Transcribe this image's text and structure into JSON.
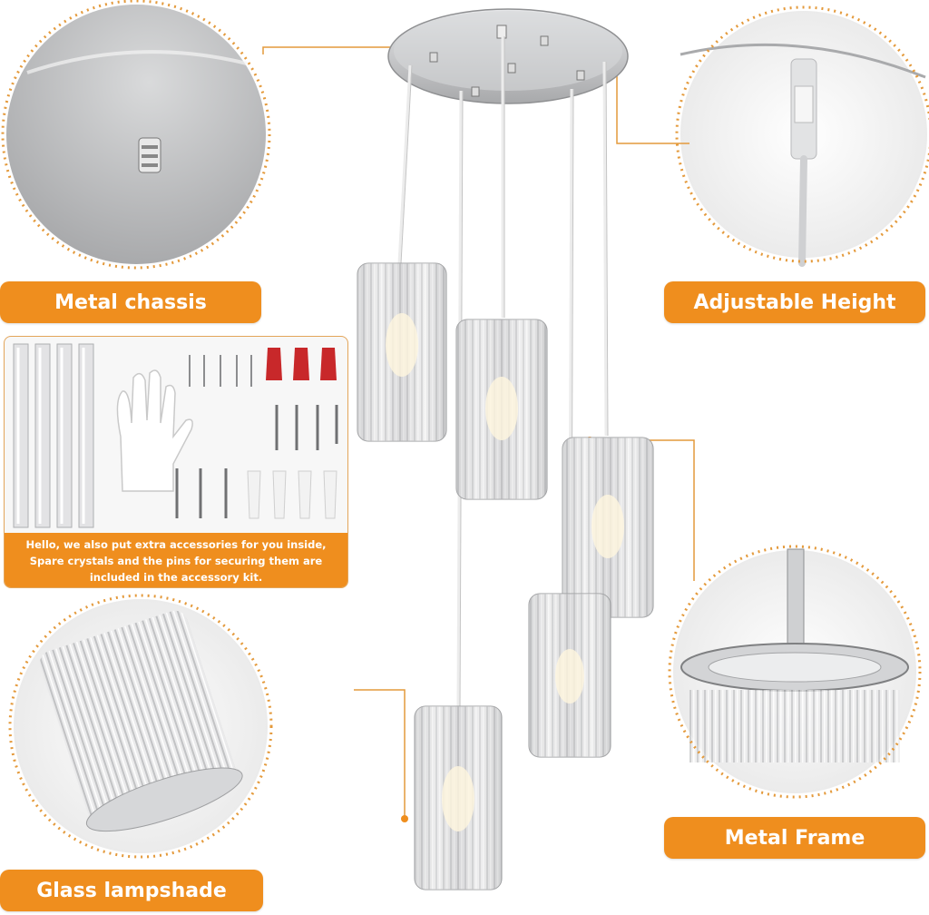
{
  "labels": {
    "metal_chassis": "Metal chassis",
    "adjustable_height": "Adjustable Height",
    "metal_frame": "Metal Frame",
    "glass_lampshade": "Glass lampshade"
  },
  "accessory_note": {
    "line1": "Hello, we also put extra accessories for you inside,",
    "line2": "Spare crystals and the pins for securing them are",
    "line3": "included in the accessory kit."
  },
  "colors": {
    "accent": "#ef8e1e",
    "chrome": "#c9cacc",
    "dotted_border": "#e49a3c"
  }
}
